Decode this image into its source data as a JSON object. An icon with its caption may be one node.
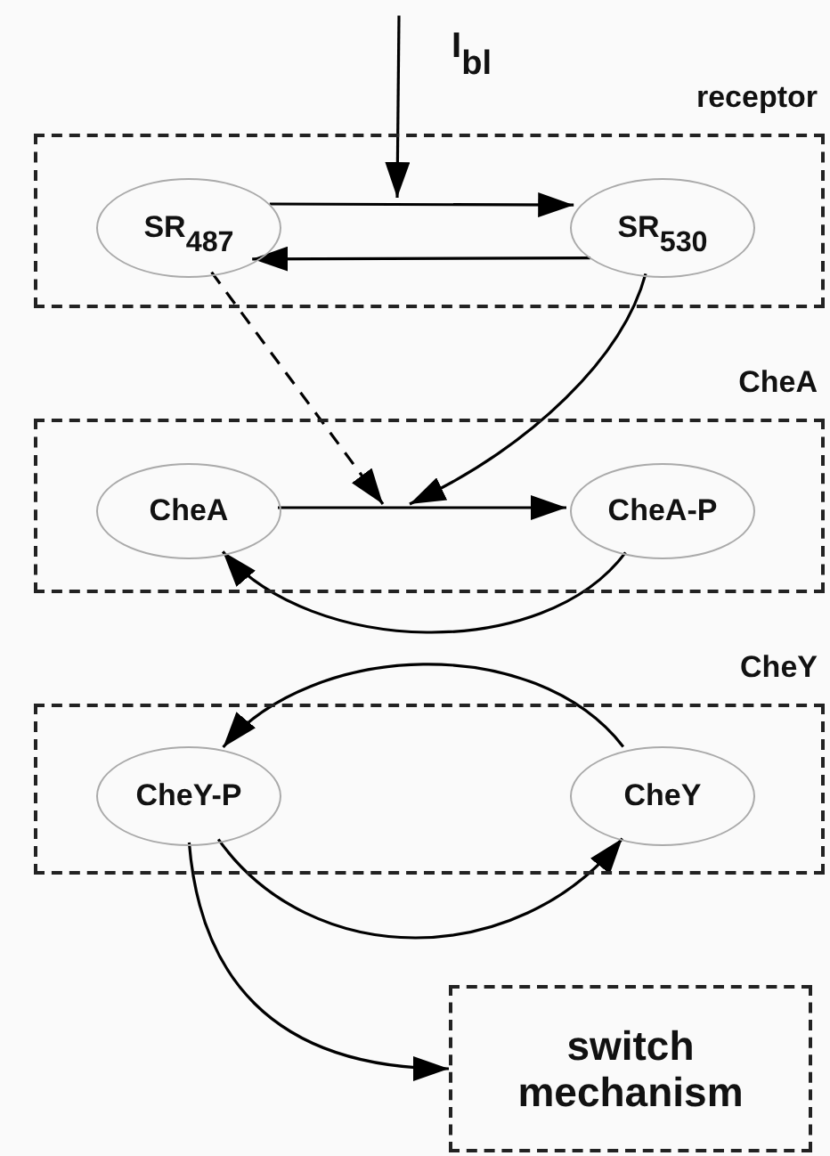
{
  "diagram": {
    "nodes": [
      {
        "text": [
          "I$_{bl}$"
        ]
      },
      {
        "text": [
          "receptor"
        ]
      },
      {
        "text": [
          "SR$_{487}$"
        ],
        "in": 1
      },
      {
        "text": [
          "SR$_{530}$"
        ],
        "in": 1
      },
      {
        "text": [
          "CheA"
        ]
      },
      {
        "text": [
          "CheA"
        ],
        "in": 4
      },
      {
        "text": [
          "CheA-P"
        ],
        "in": 4
      },
      {
        "text": [
          "CheY"
        ]
      },
      {
        "text": [
          "CheY-P"
        ],
        "in": 7
      },
      {
        "text": [
          "CheY"
        ],
        "in": 7
      },
      {
        "text": [
          "switch mechanism"
        ]
      }
    ],
    "edges": [
      {
        "from": 0,
        "to": null,
        "arrow": "to"
      },
      {
        "from": 2,
        "to": 3,
        "arrow": "to"
      },
      {
        "from": 3,
        "to": 2,
        "arrow": "to"
      },
      {
        "from": 2,
        "to": null,
        "arrow": "to",
        "style": "dashed"
      },
      {
        "from": 3,
        "to": null,
        "arrow": "to"
      },
      {
        "from": 5,
        "to": 6,
        "arrow": "to"
      },
      {
        "from": 6,
        "to": 5,
        "arrow": "to"
      },
      {
        "from": 9,
        "to": 8,
        "arrow": "to"
      },
      {
        "from": 8,
        "to": 9,
        "arrow": "to"
      },
      {
        "from": 8,
        "to": 10,
        "arrow": "to"
      }
    ]
  }
}
